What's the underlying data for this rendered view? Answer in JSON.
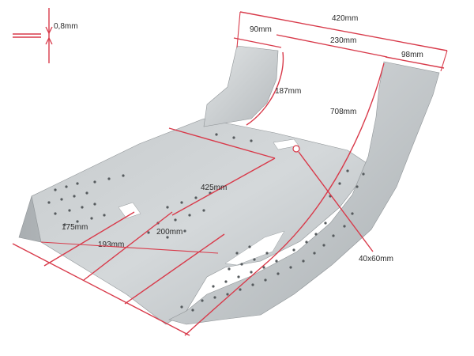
{
  "thickness": {
    "label": "0,8mm"
  },
  "dimensions": {
    "overall_width": "420mm",
    "left_tab_width": "90mm",
    "center_gap": "230mm",
    "right_tab_width": "98mm",
    "tab_height": "187mm",
    "side_length": "708mm",
    "hole": "40x60mm",
    "plate_depth": "425mm",
    "front_width_a": "175mm",
    "front_width_b": "193mm",
    "front_width_c": "200mm"
  },
  "colors": {
    "dimension_red": "#d83a4a",
    "metal_light": "#cfd4d6",
    "metal_mid": "#b9bec1",
    "metal_dark": "#9ea3a6",
    "background": "#ffffff"
  }
}
